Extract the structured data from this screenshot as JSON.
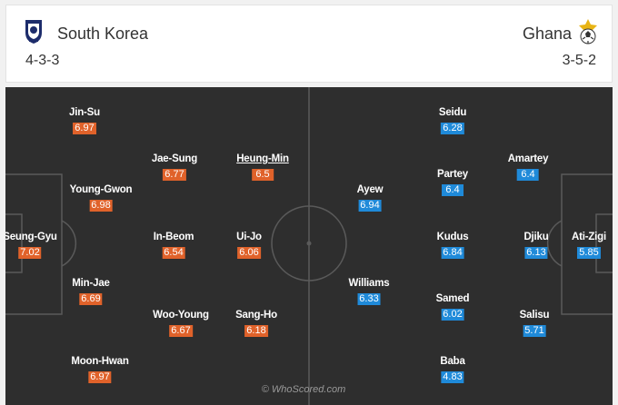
{
  "home": {
    "name": "South Korea",
    "formation": "4-3-3",
    "crest_icon": "korea-crest-icon",
    "rating_color": "#e0622a",
    "players": [
      {
        "name": "Seung-Gyu",
        "rating": "7.02"
      },
      {
        "name": "Jin-Su",
        "rating": "6.97"
      },
      {
        "name": "Young-Gwon",
        "rating": "6.98"
      },
      {
        "name": "Min-Jae",
        "rating": "6.69"
      },
      {
        "name": "Moon-Hwan",
        "rating": "6.97"
      },
      {
        "name": "Jae-Sung",
        "rating": "6.77"
      },
      {
        "name": "In-Beom",
        "rating": "6.54"
      },
      {
        "name": "Woo-Young",
        "rating": "6.67"
      },
      {
        "name": "Heung-Min",
        "rating": "6.5"
      },
      {
        "name": "Ui-Jo",
        "rating": "6.06"
      },
      {
        "name": "Sang-Ho",
        "rating": "6.18"
      }
    ]
  },
  "away": {
    "name": "Ghana",
    "formation": "3-5-2",
    "crest_icon": "ghana-crest-icon",
    "rating_color": "#1f8ad9",
    "players": [
      {
        "name": "Ati-Zigi",
        "rating": "5.85"
      },
      {
        "name": "Amartey",
        "rating": "6.4"
      },
      {
        "name": "Djiku",
        "rating": "6.13"
      },
      {
        "name": "Salisu",
        "rating": "5.71"
      },
      {
        "name": "Seidu",
        "rating": "6.28"
      },
      {
        "name": "Partey",
        "rating": "6.4"
      },
      {
        "name": "Kudus",
        "rating": "6.84"
      },
      {
        "name": "Samed",
        "rating": "6.02"
      },
      {
        "name": "Baba",
        "rating": "4.83"
      },
      {
        "name": "Ayew",
        "rating": "6.94"
      },
      {
        "name": "Williams",
        "rating": "6.33"
      }
    ]
  },
  "watermark": "© WhoScored.com"
}
